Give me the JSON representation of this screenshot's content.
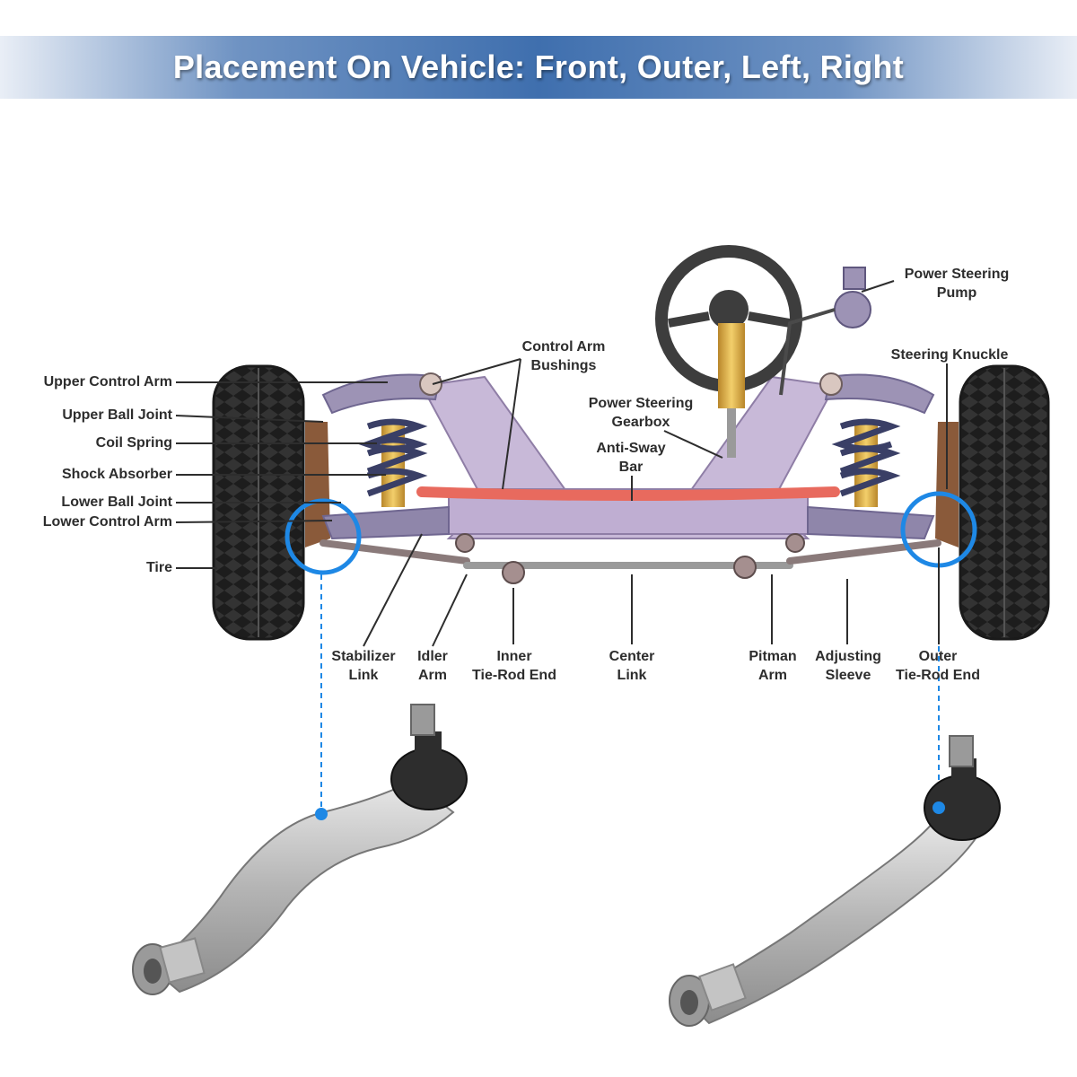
{
  "banner": {
    "title": "Placement On Vehicle: Front, Outer, Left, Right"
  },
  "labels": {
    "upper_control_arm": "Upper Control Arm",
    "upper_ball_joint": "Upper Ball Joint",
    "coil_spring": "Coil Spring",
    "shock_absorber": "Shock Absorber",
    "lower_ball_joint": "Lower Ball Joint",
    "lower_control_arm": "Lower Control Arm",
    "tire": "Tire",
    "control_arm_bushings_1": "Control Arm",
    "control_arm_bushings_2": "Bushings",
    "power_steering_gearbox_1": "Power Steering",
    "power_steering_gearbox_2": "Gearbox",
    "anti_sway_bar_1": "Anti-Sway",
    "anti_sway_bar_2": "Bar",
    "power_steering_pump_1": "Power Steering",
    "power_steering_pump_2": "Pump",
    "steering_knuckle": "Steering Knuckle",
    "stabilizer_link_1": "Stabilizer",
    "stabilizer_link_2": "Link",
    "idler_arm_1": "Idler",
    "idler_arm_2": "Arm",
    "inner_tie_rod_end_1": "Inner",
    "inner_tie_rod_end_2": "Tie-Rod End",
    "center_link_1": "Center",
    "center_link_2": "Link",
    "pitman_arm_1": "Pitman",
    "pitman_arm_2": "Arm",
    "adjusting_sleeve_1": "Adjusting",
    "adjusting_sleeve_2": "Sleeve",
    "outer_tie_rod_end_1": "Outer",
    "outer_tie_rod_end_2": "Tie-Rod End"
  },
  "colors": {
    "highlight": "#1e88e5",
    "frame": "#b9a8c9",
    "anti_sway_bar": "#e86a5e",
    "spring": "#3a3f66",
    "shock": "#e0b040",
    "tire": "#2e2e2e",
    "metal": "#c9c9c9"
  }
}
